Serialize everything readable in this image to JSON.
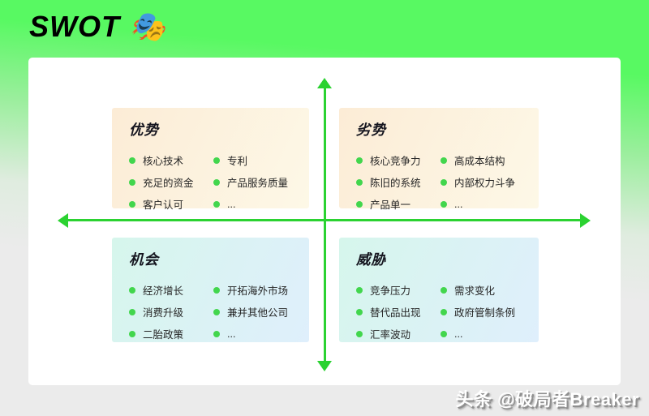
{
  "header": {
    "title": "SWOT 🎭"
  },
  "footer": {
    "watermark": "头条 @破局者Breaker"
  },
  "colors": {
    "background_green": "#58f962",
    "background_gray": "#ebebeb",
    "card": "#ffffff",
    "axis_green": "#2bd231",
    "bullet_green": "#42d64d",
    "strengths_weaknesses_bg": [
      "#fcecd6",
      "#fdf8e7"
    ],
    "opportunities_threats_bg": [
      "#d6f6ec",
      "#dfeffc"
    ],
    "title_text": "#000000",
    "watermark_text": "#ffffff"
  },
  "quadrants": [
    {
      "id": "strengths",
      "title": "优势",
      "col1": [
        "核心技术",
        "充足的资金",
        "客户认可"
      ],
      "col2": [
        "专利",
        "产品服务质量",
        "..."
      ]
    },
    {
      "id": "weaknesses",
      "title": "劣势",
      "col1": [
        "核心竞争力",
        "陈旧的系统",
        "产品单一"
      ],
      "col2": [
        "高成本结构",
        "内部权力斗争",
        "..."
      ]
    },
    {
      "id": "opportunities",
      "title": "机会",
      "col1": [
        "经济增长",
        "消费升级",
        "二胎政策"
      ],
      "col2": [
        "开拓海外市场",
        "兼并其他公司",
        "..."
      ]
    },
    {
      "id": "threats",
      "title": "威胁",
      "col1": [
        "竞争压力",
        "替代品出现",
        "汇率波动"
      ],
      "col2": [
        "需求变化",
        "政府管制条例",
        "..."
      ]
    }
  ]
}
